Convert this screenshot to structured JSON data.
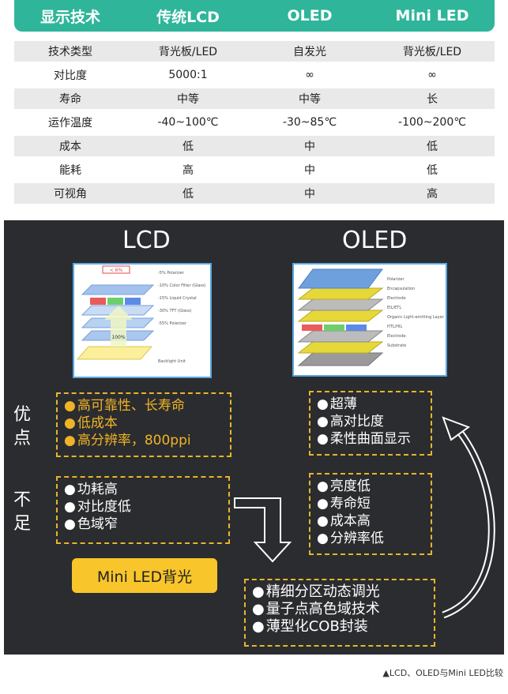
{
  "table": {
    "headers": [
      "显示技术",
      "传统LCD",
      "OLED",
      "Mini LED"
    ],
    "rows": [
      [
        "技术类型",
        "背光板/LED",
        "自发光",
        "背光板/LED"
      ],
      [
        "对比度",
        "5000:1",
        "∞",
        "∞"
      ],
      [
        "寿命",
        "中等",
        "中等",
        "长"
      ],
      [
        "运作温度",
        "-40~100℃",
        "-30~85℃",
        "-100~200℃"
      ],
      [
        "成本",
        "低",
        "中",
        "低"
      ],
      [
        "能耗",
        "高",
        "中",
        "低"
      ],
      [
        "可视角",
        "低",
        "中",
        "高"
      ]
    ]
  },
  "infographic": {
    "lcd_title": "LCD",
    "oled_title": "OLED",
    "lcd_diagram": {
      "layers": [
        "-5% Polarizer",
        "-10% Color Filter (Glass)",
        "-15% Liquid Crystal",
        "-30% TFT (Glass)",
        "-55% Polarizer",
        "Backlight Unit"
      ],
      "top_badge": "< 6%",
      "arrow_label": "100%"
    },
    "oled_diagram": {
      "layers": [
        "Polarizer",
        "Encapsulation",
        "Electrode",
        "EIL/ETL",
        "Organic Light-emitting Layer",
        "HTL/HIL",
        "Electrode",
        "Substrate"
      ]
    },
    "advantages_label": [
      "优",
      "点"
    ],
    "disadvantages_label": [
      "不",
      "足"
    ],
    "lcd_pros": [
      "高可靠性、长寿命",
      "低成本",
      "高分辨率，800ppi"
    ],
    "lcd_cons": [
      "功耗高",
      "对比度低",
      "色域窄"
    ],
    "oled_pros": [
      "超薄",
      "高对比度",
      "柔性曲面显示"
    ],
    "oled_cons": [
      "亮度低",
      "寿命短",
      "成本高",
      "分辨率低"
    ],
    "mini_led_badge": "Mini LED背光",
    "mini_led_features": [
      "精细分区动态调光",
      "量子点高色域技术",
      "薄型化COB封装"
    ]
  },
  "caption": "▲LCD、OLED与Mini LED比较",
  "colors": {
    "header_teal": "#2fb59a",
    "panel_dark": "#2b2c2f",
    "dashed_gold": "#e7b42b",
    "badge_yellow": "#f8c52a"
  }
}
